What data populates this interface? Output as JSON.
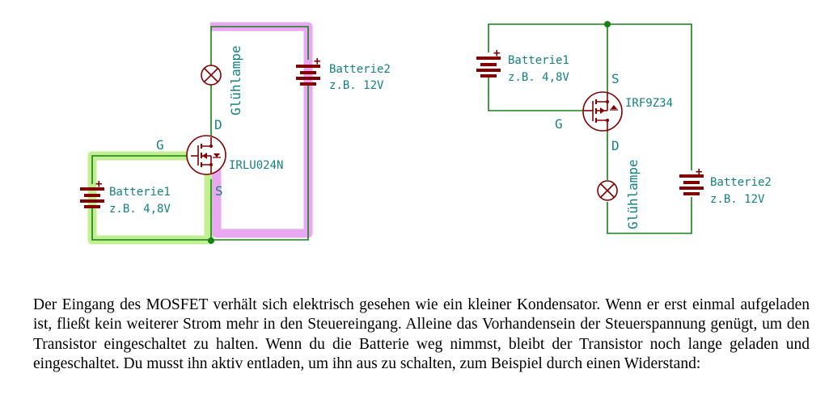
{
  "colors": {
    "wire": "#148214",
    "component": "#840000",
    "label": "#148282",
    "highlight_green": "#8fdc3a",
    "highlight_magenta": "#d54ee0"
  },
  "left_circuit": {
    "lamp_label": "Glühlampe",
    "battery2_name": "Batterie2",
    "battery2_value": "z.B. 12V",
    "battery1_name": "Batterie1",
    "battery1_value": "z.B. 4,8V",
    "transistor": "IRLU024N",
    "pin_d": "D",
    "pin_g": "G",
    "pin_s": "S",
    "plus1": "+",
    "plus2": "+"
  },
  "right_circuit": {
    "battery1_name": "Batterie1",
    "battery1_value": "z.B. 4,8V",
    "transistor": "IRF9Z34",
    "pin_s": "S",
    "pin_g": "G",
    "pin_d": "D",
    "lamp_label": "Glühlampe",
    "battery2_name": "Batterie2",
    "battery2_value": "z.B. 12V",
    "plus1": "+",
    "plus2": "+"
  },
  "caption": "Der Eingang des MOSFET verhält sich elektrisch gesehen wie ein kleiner Kondensator. Wenn er erst einmal aufgeladen ist, fließt kein weiterer Strom mehr in den Steuereingang. Alleine das Vorhandensein der Steuerspannung genügt, um den Transistor eingeschaltet zu halten. Wenn du die Batterie weg nimmst, bleibt der Transistor noch lange geladen und eingeschaltet. Du musst ihn aktiv entladen, um ihn aus zu schalten, zum Beispiel durch einen Widerstand:"
}
